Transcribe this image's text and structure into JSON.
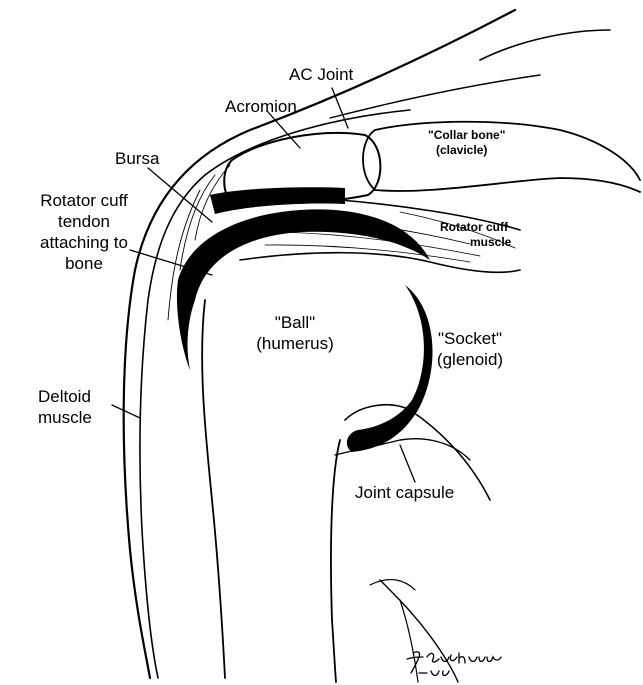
{
  "labels": {
    "ac_joint": "AC Joint",
    "acromion": "Acromion",
    "collar_bone_line1": "\"Collar bone\"",
    "collar_bone_line2": "(clavicle)",
    "bursa": "Bursa",
    "rotator_cuff_tendon_line1": "Rotator cuff",
    "rotator_cuff_tendon_line2": "tendon",
    "rotator_cuff_tendon_line3": "attaching to",
    "rotator_cuff_tendon_line4": "bone",
    "rotator_cuff_muscle_line1": "Rotator cuff",
    "rotator_cuff_muscle_line2": "muscle",
    "ball_line1": "\"Ball\"",
    "ball_line2": "(humerus)",
    "socket_line1": "\"Socket\"",
    "socket_line2": "(glenoid)",
    "deltoid_line1": "Deltoid",
    "deltoid_line2": "muscle",
    "joint_capsule": "Joint capsule"
  },
  "signature": "J. Buchanan 1985",
  "colors": {
    "ink": "#000000",
    "paper": "#ffffff"
  }
}
